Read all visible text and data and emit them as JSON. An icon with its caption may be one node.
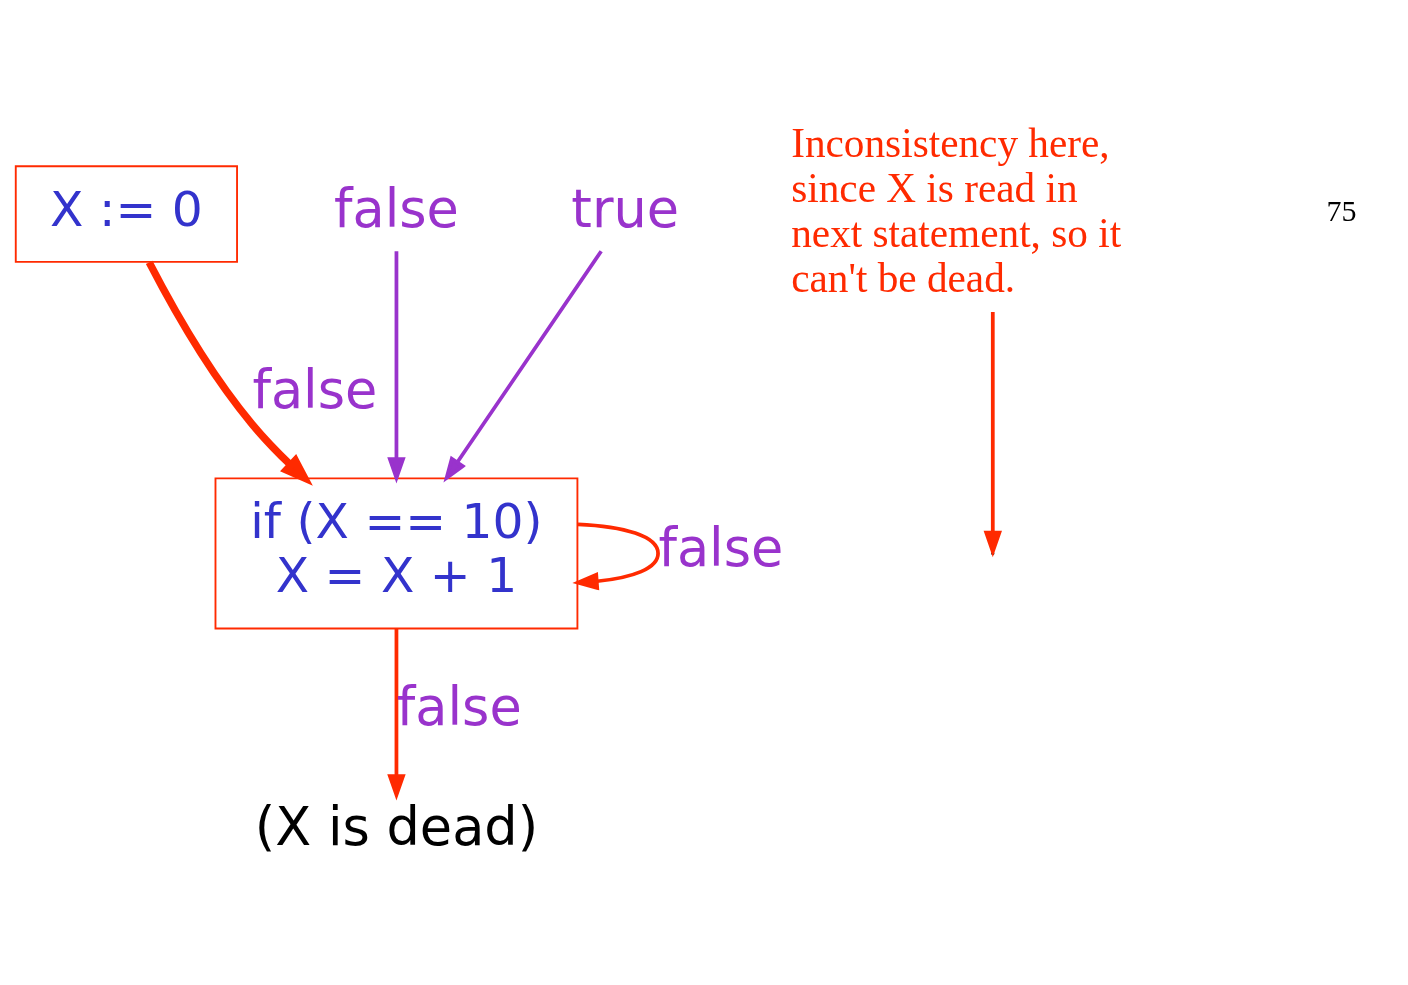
{
  "diagram": {
    "nodes": [
      {
        "text": [
          "X := 0"
        ]
      },
      {
        "text": [
          "if (X == 10)",
          "X = X + 1"
        ]
      },
      {
        "text": [
          "(X is dead)"
        ]
      },
      {
        "text": [
          "Inconsistency here, since X is read in next statement, so it can't be dead."
        ]
      },
      {
        "text": [
          "false"
        ]
      },
      {
        "text": [
          "true"
        ]
      }
    ],
    "edges": [
      {
        "from": 0,
        "to": 1,
        "arrow": "to",
        "label": "false",
        "style": "thick"
      },
      {
        "from": 1,
        "to": 1,
        "arrow": "to",
        "label": "false"
      },
      {
        "from": 1,
        "to": 2,
        "arrow": "to",
        "label": "false"
      },
      {
        "from": 4,
        "to": 1,
        "arrow": "to",
        "color": "#9933cc"
      },
      {
        "from": 5,
        "to": 1,
        "arrow": "to",
        "color": "#9933cc"
      },
      {
        "from": 3,
        "to": null,
        "arrow": "to"
      }
    ],
    "labels": [
      "75"
    ]
  }
}
